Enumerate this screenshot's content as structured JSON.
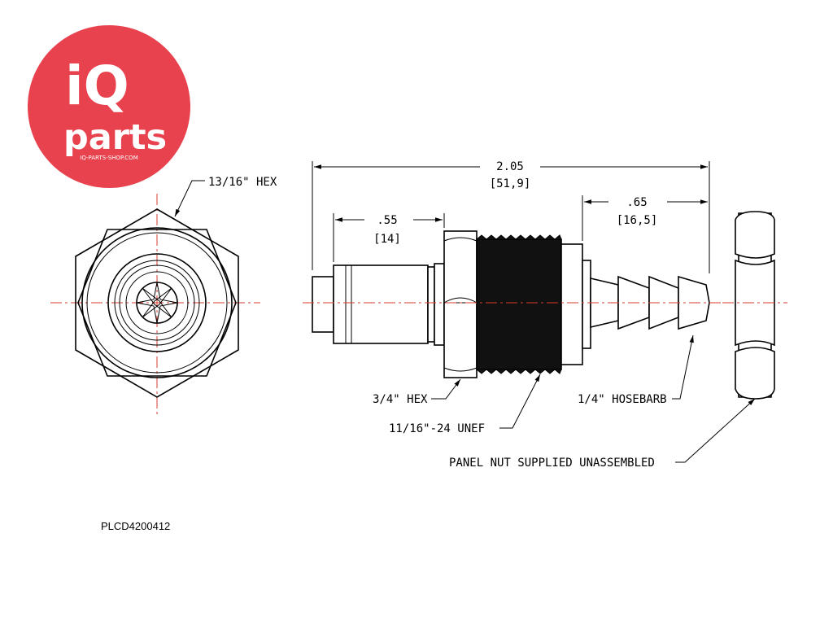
{
  "logo": {
    "brand_top": "iQ",
    "brand_bottom": "parts",
    "url": "IQ-PARTS-SHOP.COM",
    "circle_color": "#e8424f"
  },
  "callouts": {
    "hex_13_16": "13/16\" HEX",
    "hex_3_4": "3/4\" HEX",
    "thread": "11/16\"-24 UNEF",
    "hosebarb": "1/4\" HOSEBARB",
    "panel_nut": "PANEL NUT SUPPLIED UNASSEMBLED"
  },
  "dimensions": {
    "overall": {
      "inch": "2.05",
      "mm": "[51,9]"
    },
    "nose": {
      "inch": ".55",
      "mm": "[14]"
    },
    "barb": {
      "inch": ".65",
      "mm": "[16,5]"
    }
  },
  "part_code": "PLCD4200412",
  "colors": {
    "centerline": "#d63a2c",
    "thread_fill": "#111111"
  }
}
